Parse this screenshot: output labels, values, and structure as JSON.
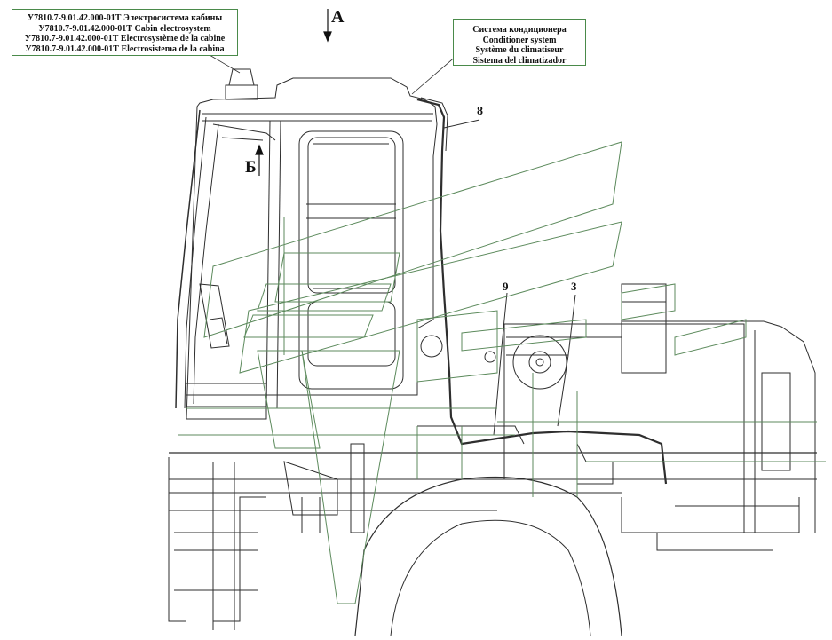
{
  "view_labels": {
    "a": "А",
    "b": "Б"
  },
  "callouts": {
    "cabin_electro": [
      "У7810.7-9.01.42.000-01Т Электросистема кабины",
      "У7810.7-9.01.42.000-01Т  Cabin electrosystem",
      "У7810.7-9.01.42.000-01Т Electrosystème de la cabine",
      "У7810.7-9.01.42.000-01Т Electrosistema de la cabina"
    ],
    "conditioner": [
      "Система  кондиционера",
      "Conditioner system",
      "Système du climatiseur",
      "Sistema del climatizador"
    ]
  },
  "part_numbers": {
    "p8": "8",
    "p9": "9",
    "p3": "3"
  },
  "colors": {
    "drawing": "#2e2e2e",
    "frame": "#4a8a4a",
    "panel": "#5c8a5c",
    "background": "#ffffff"
  }
}
